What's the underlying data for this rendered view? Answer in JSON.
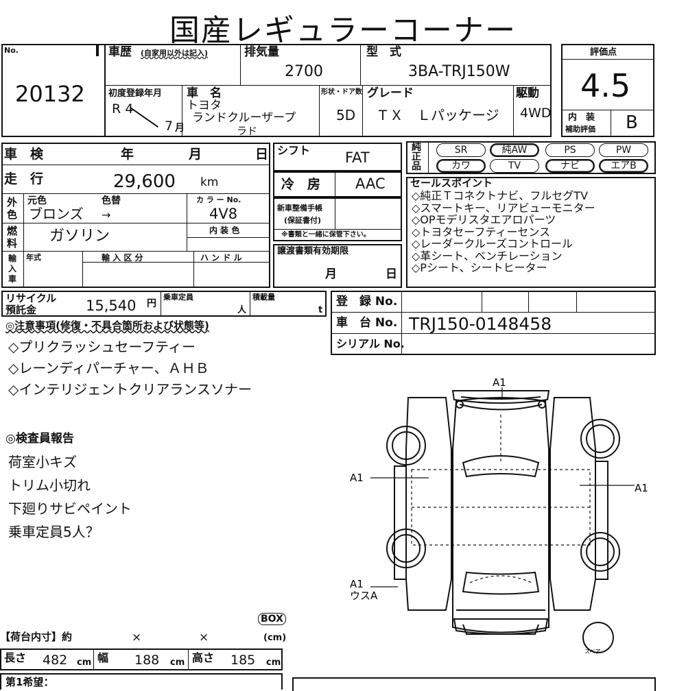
{
  "title": "国産レギュラーコーナー",
  "no": {
    "label": "No.",
    "value": "20132"
  },
  "history": {
    "label": "車歴",
    "note": "(自家用以外は記入)"
  },
  "displacement": {
    "label": "排気量",
    "value": "2700"
  },
  "model": {
    "label": "型　式",
    "value": "3BA-TRJ150W"
  },
  "rating": {
    "label": "評価点",
    "value": "4.5",
    "interior_label_1": "内　装",
    "interior_label_2": "補助評価",
    "interior_value": "B"
  },
  "first_reg": {
    "label": "初度登録年月",
    "era": "R 4",
    "month": "7",
    "month_unit": "月"
  },
  "car_name": {
    "label": "車　名",
    "maker": "トヨタ",
    "name_1": "ランドクルーザープ",
    "name_2": "ラド"
  },
  "doors": {
    "label": "形状・ドア数",
    "value": "5D"
  },
  "grade": {
    "label": "グレード",
    "value": "ＴＸ　Ｌパッケージ"
  },
  "drive": {
    "label": "駆動",
    "value": "4WD"
  },
  "inspection": {
    "label": "車　検",
    "year": "年",
    "month": "月",
    "day": "日"
  },
  "shift": {
    "label": "シフト",
    "value": "FAT"
  },
  "options_label": "純正品",
  "options": [
    "SR",
    "純AW",
    "PS",
    "PW",
    "カワ",
    "TV",
    "ナビ",
    "エアB"
  ],
  "mileage": {
    "label": "走　行",
    "value": "29,600",
    "unit": "km"
  },
  "aircon": {
    "label": "冷　房",
    "value": "AAC"
  },
  "color": {
    "label_side": "外色",
    "orig_label": "元色",
    "change_label": "色替",
    "value": "ブロンズ",
    "arrow": "→",
    "code_label": "カ ラ ー No.",
    "code": "4V8",
    "interior_label": "内 装 色"
  },
  "manual": {
    "label_1": "新車整備手帳",
    "label_2": "(保証書付)",
    "note": "※書類と一緒に保管下さい。"
  },
  "fuel": {
    "label": "燃料",
    "value": "ガソリン"
  },
  "import": {
    "label": "輸入車",
    "year_label": "年式",
    "category_label": "輸 入 区 分",
    "handle_label": "ハ ン ド ル"
  },
  "transfer": {
    "label": "譲渡書類有効期限",
    "month": "月",
    "day": "日"
  },
  "sales_points": {
    "label": "セールスポイント",
    "items": [
      "◇純正Ｔコネクトナビ、フルセグTV",
      "◇スマートキー、リアビューモニター",
      "◇OPモデリスタエアロパーツ",
      "◇トヨタセーフティーセンス",
      "◇レーダークルーズコントロール",
      "◇革シート、ベンチレーション",
      "◇Pシート、シートヒーター"
    ]
  },
  "recycle": {
    "label_1": "リサイクル",
    "label_2": "預託金",
    "value": "15,540",
    "unit": "円"
  },
  "capacity": {
    "label": "乗車定員",
    "unit": "人"
  },
  "load": {
    "label": "積載量",
    "unit": "t"
  },
  "registration": {
    "label": "登　録 No."
  },
  "chassis": {
    "label": "車　台 No.",
    "value": "TRJ150-0148458"
  },
  "serial": {
    "label": "シリアル No."
  },
  "notes": {
    "label": "◎注意事項(修復・不具合箇所および状態等)",
    "items": [
      "◇プリクラッシュセーフティー",
      "◇レーンディパーチャー、ＡＨＢ",
      "◇インテリジェントクリアランスソナー"
    ]
  },
  "inspector": {
    "label": "◎検査員報告",
    "items": [
      "荷室小キズ",
      "トリム小切れ",
      "下廻りサビペイント",
      "乗車定員5人？"
    ]
  },
  "cargo": {
    "box": "BOX",
    "label": "【荷台内寸】約",
    "x1": "×",
    "x2": "×",
    "cm": "(cm)",
    "length_label": "長さ",
    "length": "482",
    "width_label": "幅",
    "width": "188",
    "height_label": "高さ",
    "height": "185",
    "unit": "cm"
  },
  "hope": {
    "label": "第1希望："
  },
  "diagram": {
    "front": "A1",
    "left": "A1",
    "right": "A1",
    "rear_1": "A1",
    "rear_2": "ウスA",
    "spare": "スペア"
  }
}
